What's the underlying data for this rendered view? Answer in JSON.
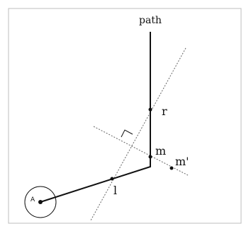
{
  "labels": {
    "path": "path",
    "r": "r",
    "m": "m",
    "m_prime": "m'",
    "l": "l",
    "A": "A"
  },
  "colors": {
    "stroke": "#111111",
    "guide": "#666666",
    "frame": "#bdbdbd"
  }
}
